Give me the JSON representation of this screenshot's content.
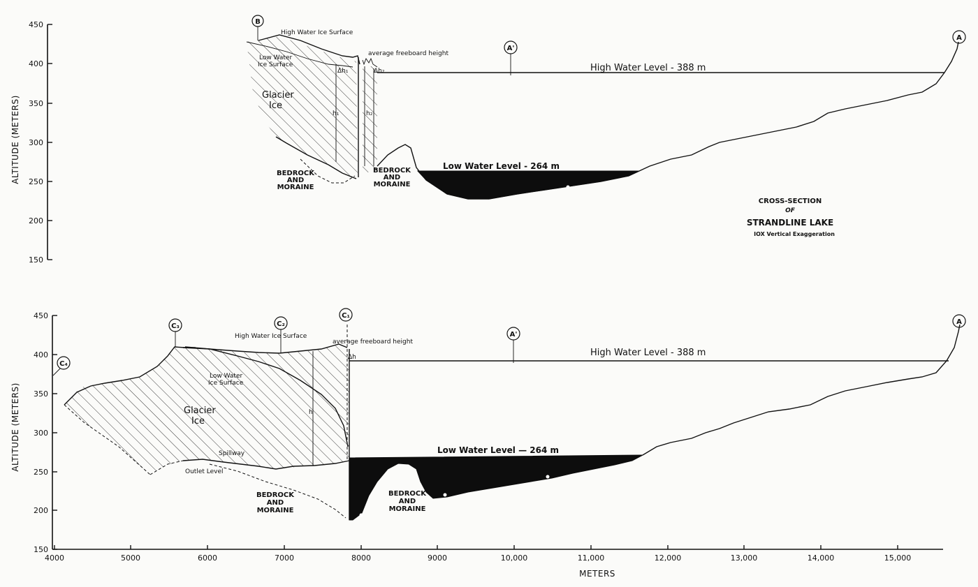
{
  "top_panel": {
    "y_axis_title": "ALTITUDE (METERS)",
    "y_ticks": [
      "450",
      "400",
      "350",
      "300",
      "250",
      "200",
      "150"
    ],
    "labels": {
      "B": "B",
      "A_prime": "A'",
      "A": "A",
      "high_water_ice_surface": "High Water Ice Surface",
      "low_water_ice_surface_1": "Low Water",
      "low_water_ice_surface_2": "Ice Surface",
      "freeboard": "average freeboard height",
      "delta_h1": "Δh₁",
      "delta_h2": "Δh₂",
      "h1": "h₁",
      "h2": "h₂",
      "glacier_1": "Glacier",
      "glacier_2": "Ice",
      "high_water_level": "High Water Level - 388 m",
      "low_water_level": "Low Water Level - 264 m",
      "bedrock_left_1": "BEDROCK",
      "bedrock_left_2": "AND",
      "bedrock_left_3": "MORAINE",
      "bedrock_right_1": "BEDROCK",
      "bedrock_right_2": "AND",
      "bedrock_right_3": "MORAINE"
    },
    "title_1": "CROSS-SECTION",
    "title_2": "OF",
    "title_3": "STRANDLINE LAKE",
    "title_4": "IOX Vertical Exaggeration"
  },
  "bottom_panel": {
    "y_axis_title": "ALTITUDE (METERS)",
    "y_ticks": [
      "450",
      "400",
      "350",
      "300",
      "250",
      "200",
      "150"
    ],
    "x_ticks": [
      "4000",
      "5000",
      "6000",
      "7000",
      "8000",
      "9000",
      "10,000",
      "11,000",
      "12,000",
      "13,000",
      "14,000",
      "15,000"
    ],
    "x_axis_title": "METERS",
    "labels": {
      "C4": "C₄",
      "C3": "C₃",
      "C2": "C₂",
      "C1": "C₁",
      "A_prime": "A'",
      "A": "A",
      "high_water_ice_surface": "High Water Ice Surface",
      "freeboard": "average freeboard height",
      "delta_h": "Δh",
      "low_water_ice_surface_1": "Low Water",
      "low_water_ice_surface_2": "Ice Surface",
      "glacier_1": "Glacier",
      "glacier_2": "Ice",
      "h": "h",
      "spillway": "Spillway",
      "outlet_level": "Outlet Level",
      "high_water_level": "High Water Level - 388 m",
      "low_water_level": "Low Water Level — 264 m",
      "bedrock_left_1": "BEDROCK",
      "bedrock_left_2": "AND",
      "bedrock_left_3": "MORAINE",
      "bedrock_right_1": "BEDROCK",
      "bedrock_right_2": "AND",
      "bedrock_right_3": "MORAINE"
    }
  }
}
